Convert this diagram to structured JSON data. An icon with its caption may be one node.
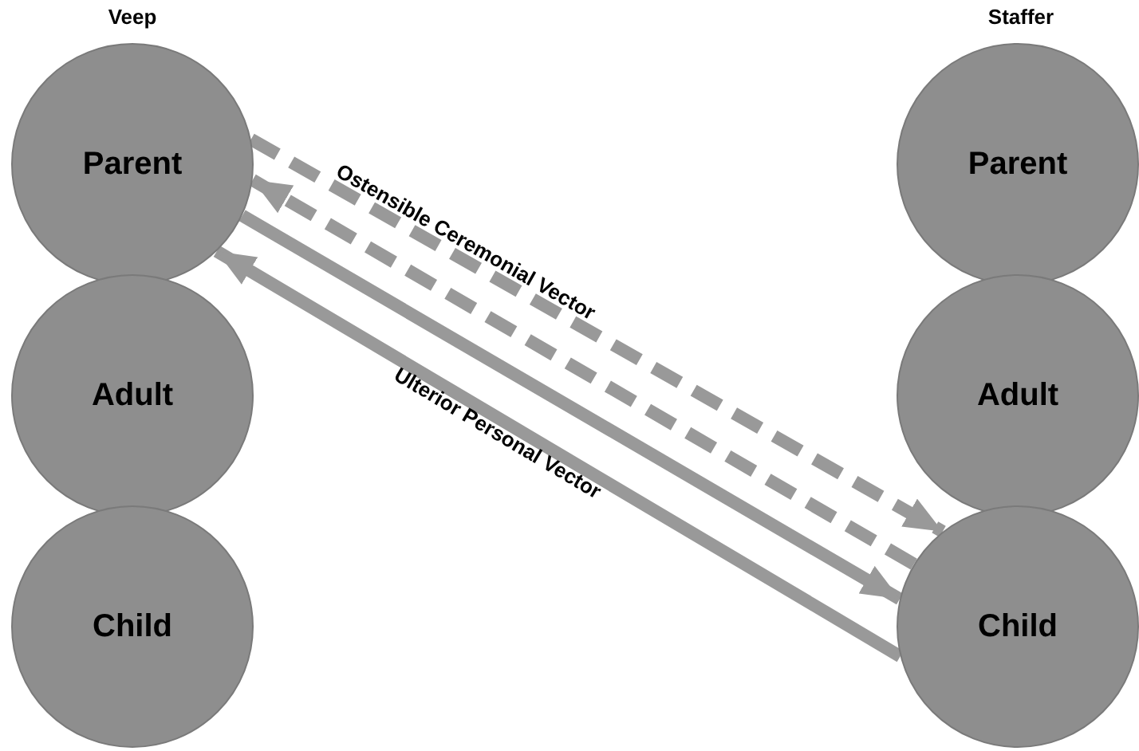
{
  "diagram": {
    "nodes": [
      {
        "text": [
          "Parent"
        ]
      },
      {
        "text": [
          "Adult"
        ]
      },
      {
        "text": [
          "Child"
        ]
      },
      {
        "text": [
          "Parent"
        ]
      },
      {
        "text": [
          "Adult"
        ]
      },
      {
        "text": [
          "Child"
        ]
      }
    ],
    "edges": [
      {
        "from": 0,
        "to": 5,
        "arrow": "to",
        "style": "dashed",
        "label": "Ostensible Ceremonial Vector"
      },
      {
        "from": 5,
        "to": 0,
        "arrow": "to",
        "style": "dashed"
      },
      {
        "from": 0,
        "to": 5,
        "arrow": "to"
      },
      {
        "from": 5,
        "to": 0,
        "arrow": "to",
        "label": "Ulterior Personal Vector"
      }
    ],
    "labels": [
      "Veep",
      "Staffer"
    ]
  }
}
